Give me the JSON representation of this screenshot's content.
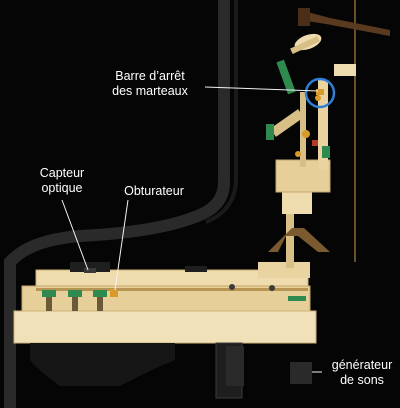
{
  "labels": {
    "hammer_stop_bar": [
      "Barre d’arrêt",
      "des marteaux"
    ],
    "optical_sensor": [
      "Capteur",
      "optique"
    ],
    "shutter": "Obturateur",
    "sound_generator": [
      "générateur",
      "de sons"
    ]
  },
  "colors": {
    "background": "#050505",
    "case_outline": "#2a2a2a",
    "wood_light": "#efdcae",
    "wood_mid": "#d8bf86",
    "wood_dark": "#7a5a2e",
    "accent_green": "#2e8a4f",
    "highlight_circle": "#2f7fd6",
    "leader_line": "#f2f2f2",
    "label_text": "#ffffff"
  }
}
